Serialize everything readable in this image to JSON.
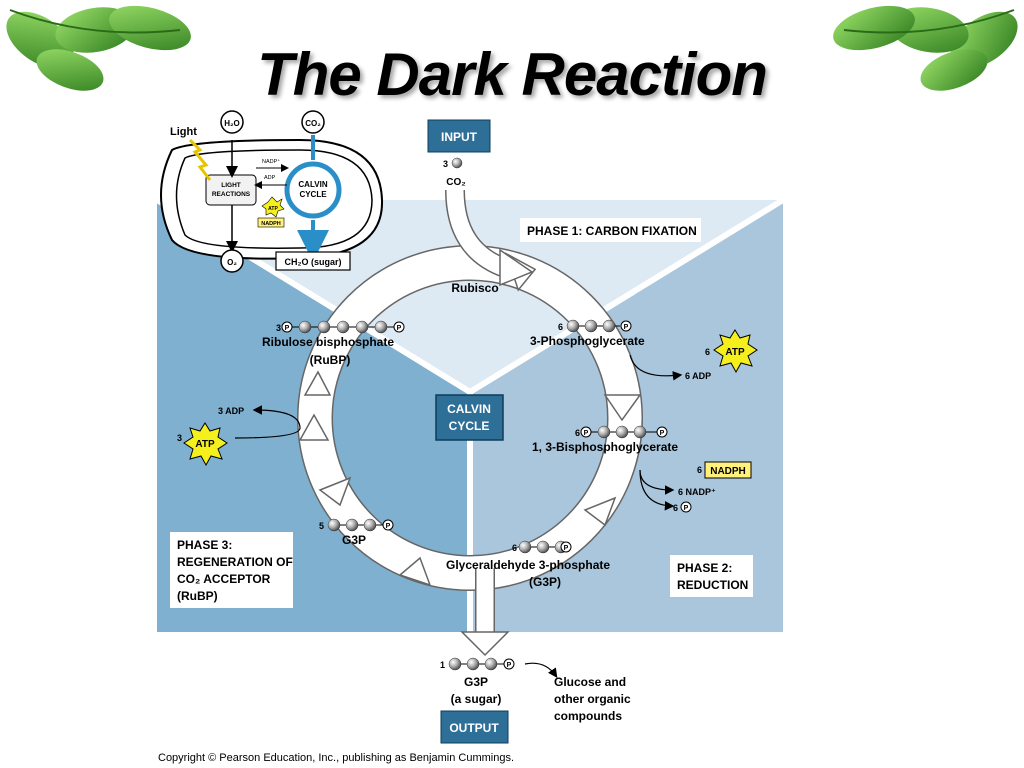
{
  "title": "The Dark Reaction",
  "colors": {
    "phase_blue_dark": "#7fb0d0",
    "phase_blue_light": "#a9c6dc",
    "phase_top": "#dde9f3",
    "box_blue": "#2e6f98",
    "atp_yellow": "#f6ef1e",
    "nadph_yellow": "#fff17a",
    "arrow_blue": "#2a8fc9"
  },
  "inset": {
    "light": "Light",
    "h2o": "H₂O",
    "co2": "CO₂",
    "o2": "O₂",
    "light_reactions_1": "LIGHT",
    "light_reactions_2": "REACTIONS",
    "nadp": "NADP⁺",
    "adp": "ADP",
    "atp": "ATP",
    "nadph": "NADPH",
    "calvin_1": "CALVIN",
    "calvin_2": "CYCLE",
    "sugar": "CH₂O (sugar)"
  },
  "input": {
    "label": "INPUT",
    "count": "3",
    "molecule": "CO₂"
  },
  "phase1": "PHASE 1: CARBON FIXATION",
  "phase2": {
    "line1": "PHASE 2:",
    "line2": "REDUCTION"
  },
  "phase3": {
    "line1": "PHASE 3:",
    "line2": "REGENERATION OF",
    "line3": "CO₂ ACCEPTOR",
    "line4": "(RuBP)"
  },
  "center": {
    "line1": "CALVIN",
    "line2": "CYCLE"
  },
  "rubisco": "Rubisco",
  "pga": {
    "count": "6",
    "name": "3-Phosphoglycerate"
  },
  "atp_step1": {
    "count": "6",
    "atp": "ATP",
    "adp": "6 ADP"
  },
  "bpg": {
    "count": "6",
    "name": "1, 3-Bisphosphoglycerate"
  },
  "nadph_step": {
    "count": "6",
    "nadph": "NADPH",
    "nadp": "6 NADP⁺",
    "pi": "6"
  },
  "g3p_main": {
    "count": "6",
    "name": "Glyceraldehyde 3-phosphate",
    "abbr": "(G3P)"
  },
  "g3p_recycle": {
    "count": "5",
    "name": "G3P"
  },
  "atp_regen": {
    "count": "3",
    "atp": "ATP",
    "adp": "3 ADP"
  },
  "rubp": {
    "count": "3",
    "name": "Ribulose bisphosphate",
    "abbr": "(RuBP)"
  },
  "output": {
    "count": "1",
    "name": "G3P",
    "sub": "(a sugar)",
    "label": "OUTPUT",
    "products_1": "Glucose and",
    "products_2": "other organic",
    "products_3": "compounds"
  },
  "p": "P",
  "copyright": "Copyright © Pearson Education, Inc., publishing as Benjamin Cummings."
}
